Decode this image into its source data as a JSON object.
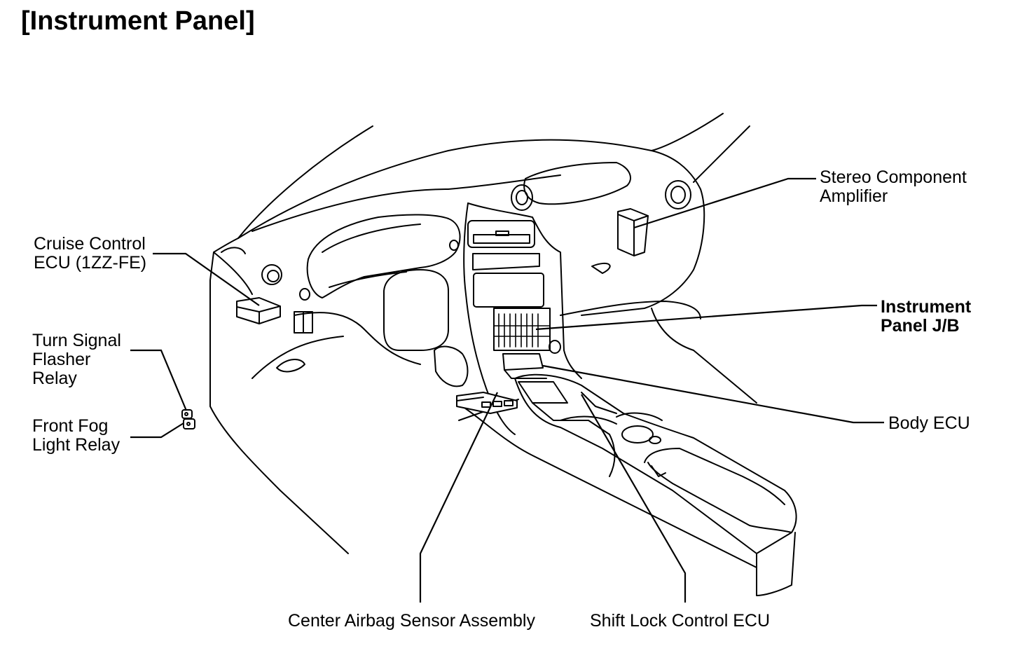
{
  "title": "[Instrument Panel]",
  "labels": {
    "cruise_control": [
      "Cruise Control",
      "ECU (1ZZ-FE)"
    ],
    "turn_signal": [
      "Turn Signal",
      "Flasher",
      "Relay"
    ],
    "front_fog": [
      "Front Fog",
      "Light Relay"
    ],
    "stereo": [
      "Stereo Component",
      "Amplifier"
    ],
    "instrument_jb": [
      "Instrument",
      "Panel J/B"
    ],
    "body_ecu": "Body ECU",
    "center_airbag": "Center Airbag Sensor Assembly",
    "shift_lock": "Shift Lock Control ECU"
  },
  "colors": {
    "line": "#000000",
    "background": "#ffffff"
  }
}
